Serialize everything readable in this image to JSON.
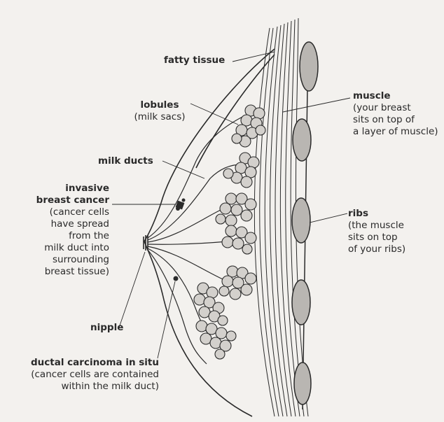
{
  "labels": {
    "fatty_tissue": "fatty tissue",
    "lobules_title": "lobules",
    "lobules_sub": "(milk sacs)",
    "milk_ducts": "milk ducts",
    "invasive_title_1": "invasive",
    "invasive_title_2": "breast cancer",
    "invasive_sub_1": "(cancer cells",
    "invasive_sub_2": "have spread",
    "invasive_sub_3": "from the",
    "invasive_sub_4": "milk duct into",
    "invasive_sub_5": "surrounding",
    "invasive_sub_6": "breast tissue)",
    "nipple": "nipple",
    "dcis_title": "ductal carcinoma in situ",
    "dcis_sub_1": "(cancer cells are contained",
    "dcis_sub_2": "within the milk duct)",
    "muscle_title": "muscle",
    "muscle_sub_1": "(your breast",
    "muscle_sub_2": "sits on top of",
    "muscle_sub_3": "a layer of muscle)",
    "ribs_title": "ribs",
    "ribs_sub_1": "(the muscle",
    "ribs_sub_2": "sits on top",
    "ribs_sub_3": "of your ribs)"
  },
  "colors": {
    "background": "#f3f1ee",
    "line": "#2a2a2a",
    "rib_fill": "#b9b6b2",
    "lobule_fill": "#d3d0cc"
  }
}
